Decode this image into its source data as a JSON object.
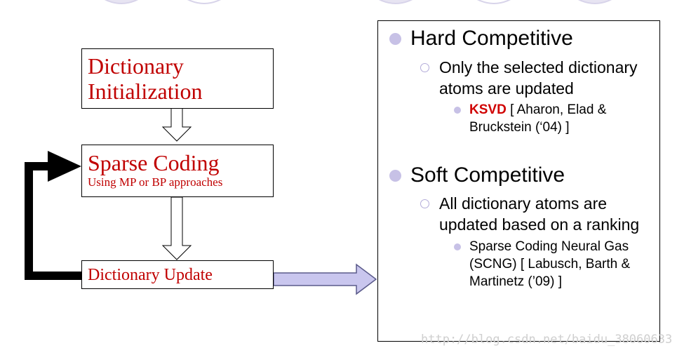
{
  "flow": {
    "init_line1": "Dictionary",
    "init_line2": "Initialization",
    "sparse_title": "Sparse Coding",
    "sparse_sub": "Using MP or BP approaches",
    "update": "Dictionary Update"
  },
  "panel": {
    "hard": {
      "title": "Hard Competitive",
      "desc_line1": "Only the selected dictionary",
      "desc_line2": "atoms are updated",
      "ref_highlight": "KSVD",
      "ref_line1": " [ Aharon, Elad &",
      "ref_line2": "Bruckstein (‘04) ]"
    },
    "soft": {
      "title": "Soft Competitive",
      "desc_line1": "All dictionary atoms are",
      "desc_line2": "updated based on a ranking",
      "ref_line1": "Sparse Coding Neural Gas",
      "ref_line2": "(SCNG) [ Labusch, Barth &",
      "ref_line3": "Martinetz (’09) ]"
    }
  },
  "watermark": "http://blog.csdn.net/baidu_38060633",
  "colors": {
    "accent_red": "#c00000",
    "bullet_lavender": "#c7c1e6",
    "arrow_fill": "#c9c6ee"
  }
}
